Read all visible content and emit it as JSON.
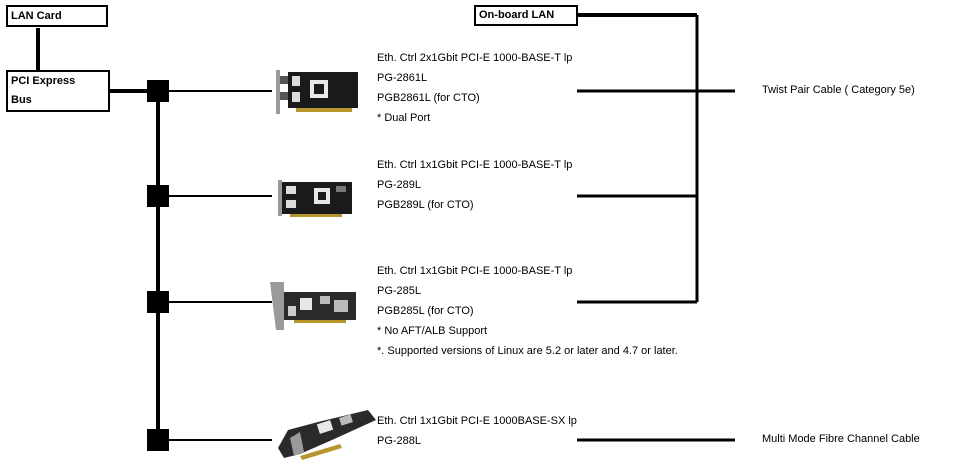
{
  "boxes": {
    "lan_card": "LAN Card",
    "pci_express_line1": "PCI Express",
    "pci_express_line2": "Bus",
    "onboard_lan": "On-board LAN"
  },
  "cards": [
    {
      "lines": [
        "Eth. Ctrl 2x1Gbit PCI-E 1000-BASE-T lp",
        "PG-2861L",
        "PGB2861L (for CTO)",
        "* Dual Port"
      ]
    },
    {
      "lines": [
        "Eth. Ctrl 1x1Gbit PCI-E 1000-BASE-T lp",
        "PG-289L",
        "PGB289L (for CTO)"
      ]
    },
    {
      "lines": [
        "Eth. Ctrl 1x1Gbit PCI-E 1000-BASE-T lp",
        "PG-285L",
        "PGB285L (for CTO)",
        "* No AFT/ALB Support",
        "*. Supported versions of Linux are 5.2 or later and 4.7 or later."
      ]
    },
    {
      "lines": [
        "Eth. Ctrl 1x1Gbit PCI-E 1000BASE-SX lp",
        "PG-288L"
      ]
    }
  ],
  "cables": {
    "twisted_pair": "Twist Pair Cable ( Category 5e)",
    "fibre": "Multi Mode Fibre Channel Cable"
  },
  "colors": {
    "line": "#000000",
    "card_body": "#1a1a1a",
    "card_bracket": "#9a9a9a"
  }
}
